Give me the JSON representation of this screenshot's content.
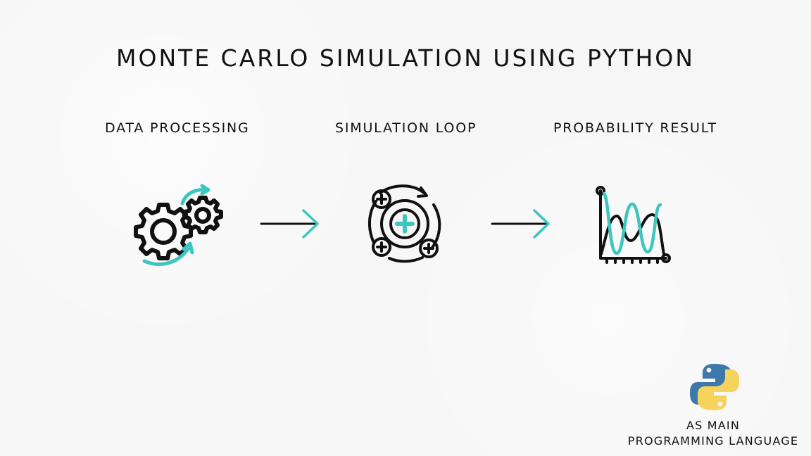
{
  "title": "MONTE CARLO SIMULATION USING PYTHON",
  "steps": [
    {
      "label": "DATA PROCESSING",
      "icon": "gears-icon"
    },
    {
      "label": "SIMULATION LOOP",
      "icon": "loop-orbit-icon"
    },
    {
      "label": "PROBABILITY RESULT",
      "icon": "probability-chart-icon"
    }
  ],
  "footer": {
    "logo_icon": "python-logo-icon",
    "line1": "AS MAIN",
    "line2": "PROGRAMMING LANGUAGE"
  },
  "colors": {
    "accent": "#3cc6c0",
    "ink": "#111111",
    "background": "#f6f6f6",
    "python_blue": "#3d78aa",
    "python_yellow": "#f5d35d"
  }
}
